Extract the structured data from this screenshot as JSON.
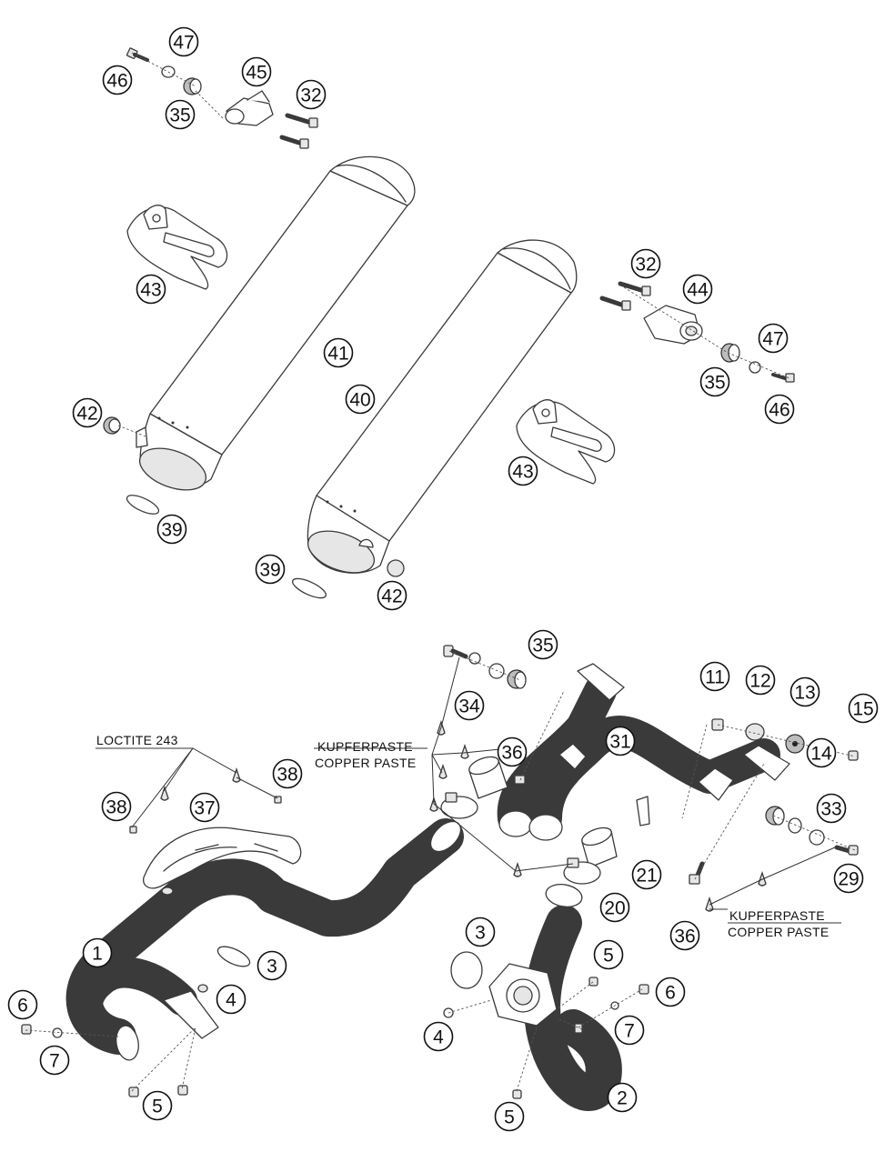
{
  "callouts": [
    {
      "id": "c-47-top",
      "label": "47"
    },
    {
      "id": "c-46-top",
      "label": "46"
    },
    {
      "id": "c-35-top",
      "label": "35"
    },
    {
      "id": "c-45",
      "label": "45"
    },
    {
      "id": "c-32-top",
      "label": "32"
    },
    {
      "id": "c-43-left",
      "label": "43"
    },
    {
      "id": "c-41",
      "label": "41"
    },
    {
      "id": "c-40",
      "label": "40"
    },
    {
      "id": "c-42-left",
      "label": "42"
    },
    {
      "id": "c-39-left",
      "label": "39"
    },
    {
      "id": "c-39-mid",
      "label": "39"
    },
    {
      "id": "c-42-mid",
      "label": "42"
    },
    {
      "id": "c-32-right",
      "label": "32"
    },
    {
      "id": "c-44",
      "label": "44"
    },
    {
      "id": "c-47-right",
      "label": "47"
    },
    {
      "id": "c-35-right",
      "label": "35"
    },
    {
      "id": "c-46-right",
      "label": "46"
    },
    {
      "id": "c-43-right",
      "label": "43"
    },
    {
      "id": "c-35-mid",
      "label": "35"
    },
    {
      "id": "c-34",
      "label": "34"
    },
    {
      "id": "c-36-top",
      "label": "36"
    },
    {
      "id": "c-31",
      "label": "31"
    },
    {
      "id": "c-11",
      "label": "11"
    },
    {
      "id": "c-12",
      "label": "12"
    },
    {
      "id": "c-13",
      "label": "13"
    },
    {
      "id": "c-15",
      "label": "15"
    },
    {
      "id": "c-14",
      "label": "14"
    },
    {
      "id": "c-33",
      "label": "33"
    },
    {
      "id": "c-38-right",
      "label": "38"
    },
    {
      "id": "c-38-left",
      "label": "38"
    },
    {
      "id": "c-37",
      "label": "37"
    },
    {
      "id": "c-21",
      "label": "21"
    },
    {
      "id": "c-20",
      "label": "20"
    },
    {
      "id": "c-29",
      "label": "29"
    },
    {
      "id": "c-36-bottom",
      "label": "36"
    },
    {
      "id": "c-1",
      "label": "1"
    },
    {
      "id": "c-3-left",
      "label": "3"
    },
    {
      "id": "c-3-right",
      "label": "3"
    },
    {
      "id": "c-5-right-top",
      "label": "5"
    },
    {
      "id": "c-4-left",
      "label": "4"
    },
    {
      "id": "c-6-left",
      "label": "6"
    },
    {
      "id": "c-6-right",
      "label": "6"
    },
    {
      "id": "c-7-left",
      "label": "7"
    },
    {
      "id": "c-7-right",
      "label": "7"
    },
    {
      "id": "c-4-right",
      "label": "4"
    },
    {
      "id": "c-2",
      "label": "2"
    },
    {
      "id": "c-5-left",
      "label": "5"
    },
    {
      "id": "c-5-right-bottom",
      "label": "5"
    }
  ],
  "notes": {
    "loctite": "LOCTITE 243",
    "copper_top_de": "KUPFERPASTE",
    "copper_top_en": "COPPER PASTE",
    "copper_bottom_de": "KUPFERPASTE",
    "copper_bottom_en": "COPPER PASTE"
  },
  "colors": {
    "line": "#3a3a3a",
    "callout_stroke": "#111111",
    "background": "#ffffff"
  }
}
